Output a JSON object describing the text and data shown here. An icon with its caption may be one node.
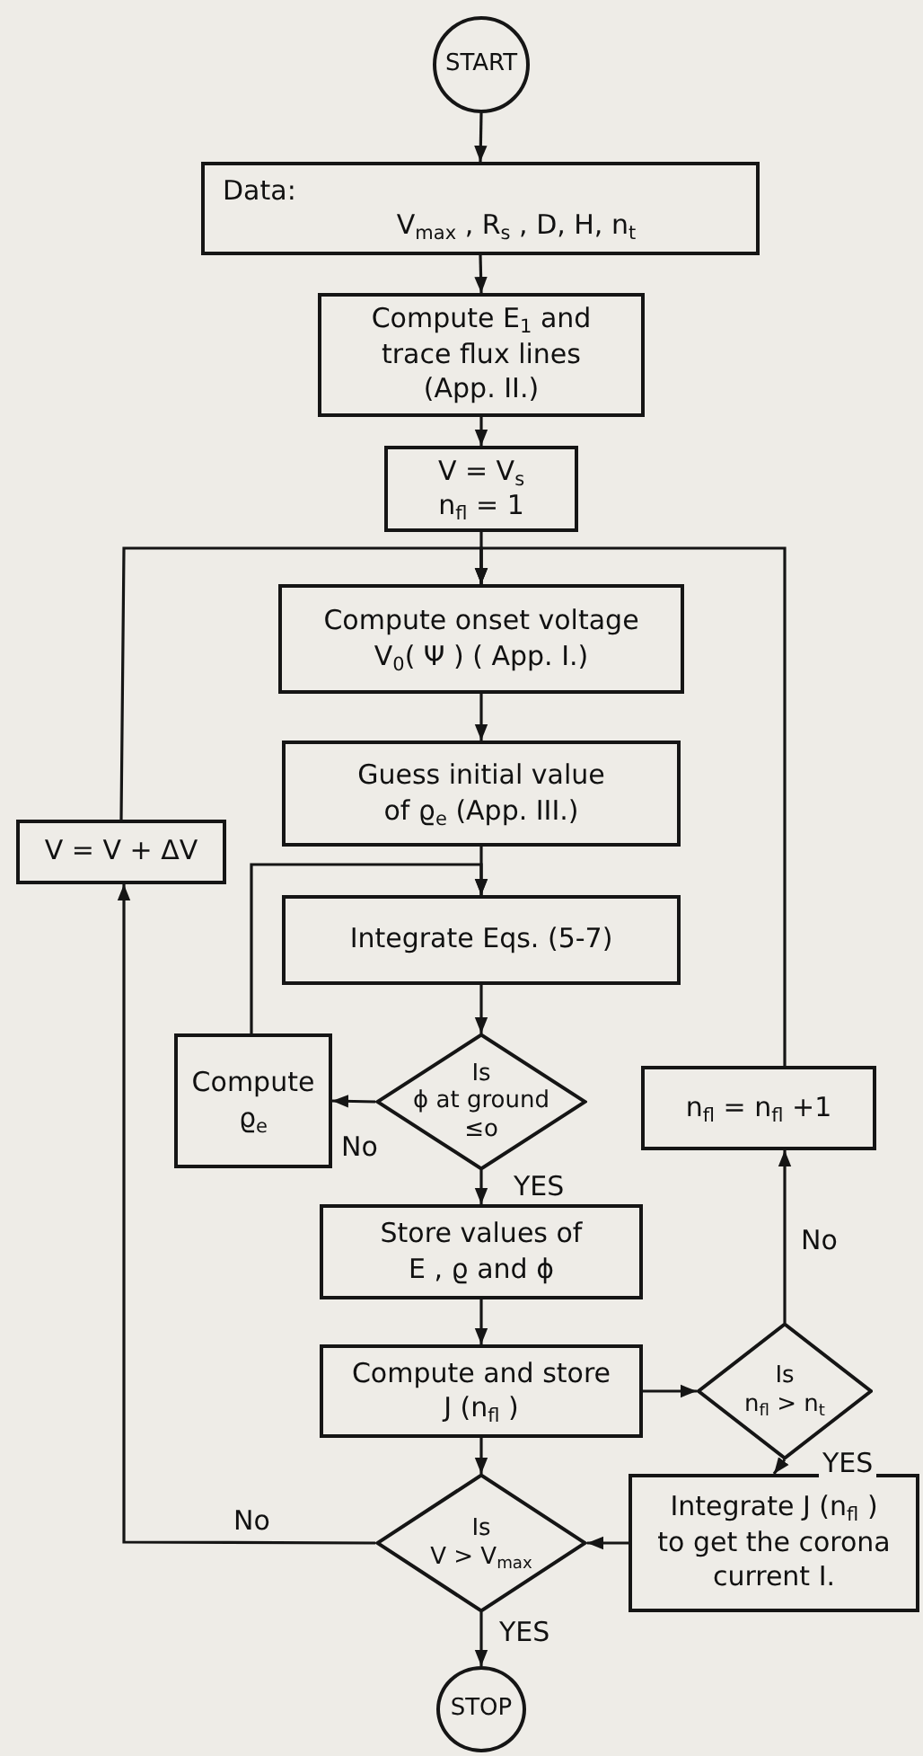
{
  "diagram": {
    "nodes": [
      {
        "text": [
          "START"
        ]
      },
      {
        "text": [
          "Data:",
          "V$_{max}$ , R$_{s}$ , D, H, n$_{t}$"
        ]
      },
      {
        "text": [
          "Compute E$_{1}$ and trace flux lines (App. II.)"
        ]
      },
      {
        "text": [
          "V = V$_{s}$",
          "n$_{fl}$ = 1"
        ]
      },
      {
        "text": [
          "Compute onset voltage V$_{0}$( Ψ ) ( App. I.)"
        ]
      },
      {
        "text": [
          "Guess initial value of ϱ$_{e}$ (App. III.)"
        ]
      },
      {
        "text": [
          "V = V + ΔV"
        ]
      },
      {
        "text": [
          "Integrate Eqs. (5-7)"
        ]
      },
      {
        "text": [
          "Is ϕ at ground ≤o"
        ]
      },
      {
        "text": [
          "Compute ϱ$_{e}$"
        ]
      },
      {
        "text": [
          "n$_{fl}$ = n$_{fl}$ +1"
        ]
      },
      {
        "text": [
          "Store values of E , ϱ and ϕ"
        ]
      },
      {
        "text": [
          "Compute and store J (n$_{fl}$ )"
        ]
      },
      {
        "text": [
          "Is n$_{fl}$ > n$_{t}$"
        ]
      },
      {
        "text": [
          "Is V > V$_{max}$"
        ]
      },
      {
        "text": [
          "Integrate J (n$_{fl}$ ) to get the corona current I."
        ]
      },
      {
        "text": [
          "STOP"
        ]
      }
    ],
    "edges": [
      {
        "from": 0,
        "to": 1,
        "arrow": "to"
      },
      {
        "from": 1,
        "to": 2,
        "arrow": "to"
      },
      {
        "from": 2,
        "to": 3,
        "arrow": "to"
      },
      {
        "from": 3,
        "to": 4,
        "arrow": "to"
      },
      {
        "from": 4,
        "to": 5,
        "arrow": "to"
      },
      {
        "from": 5,
        "to": 7,
        "arrow": "to"
      },
      {
        "from": 7,
        "to": 8,
        "arrow": "to"
      },
      {
        "from": 8,
        "to": 9,
        "arrow": "to",
        "label": "No"
      },
      {
        "from": 9,
        "to": 7,
        "arrow": "to"
      },
      {
        "from": 8,
        "to": 11,
        "arrow": "to",
        "label": "YES"
      },
      {
        "from": 11,
        "to": 12,
        "arrow": "to"
      },
      {
        "from": 12,
        "to": 13,
        "arrow": "to"
      },
      {
        "from": 13,
        "to": 10,
        "arrow": "to",
        "label": "No"
      },
      {
        "from": 13,
        "to": 15,
        "arrow": "to",
        "label": "YES"
      },
      {
        "from": 15,
        "to": 14,
        "arrow": "to"
      },
      {
        "from": 12,
        "to": 14,
        "arrow": "to"
      },
      {
        "from": 14,
        "to": 6,
        "arrow": "to",
        "label": "No"
      },
      {
        "from": 14,
        "to": 16,
        "arrow": "to",
        "label": "YES"
      },
      {
        "from": 6,
        "to": 4,
        "arrow": "to"
      },
      {
        "from": 10,
        "to": 4,
        "arrow": "to"
      }
    ]
  }
}
